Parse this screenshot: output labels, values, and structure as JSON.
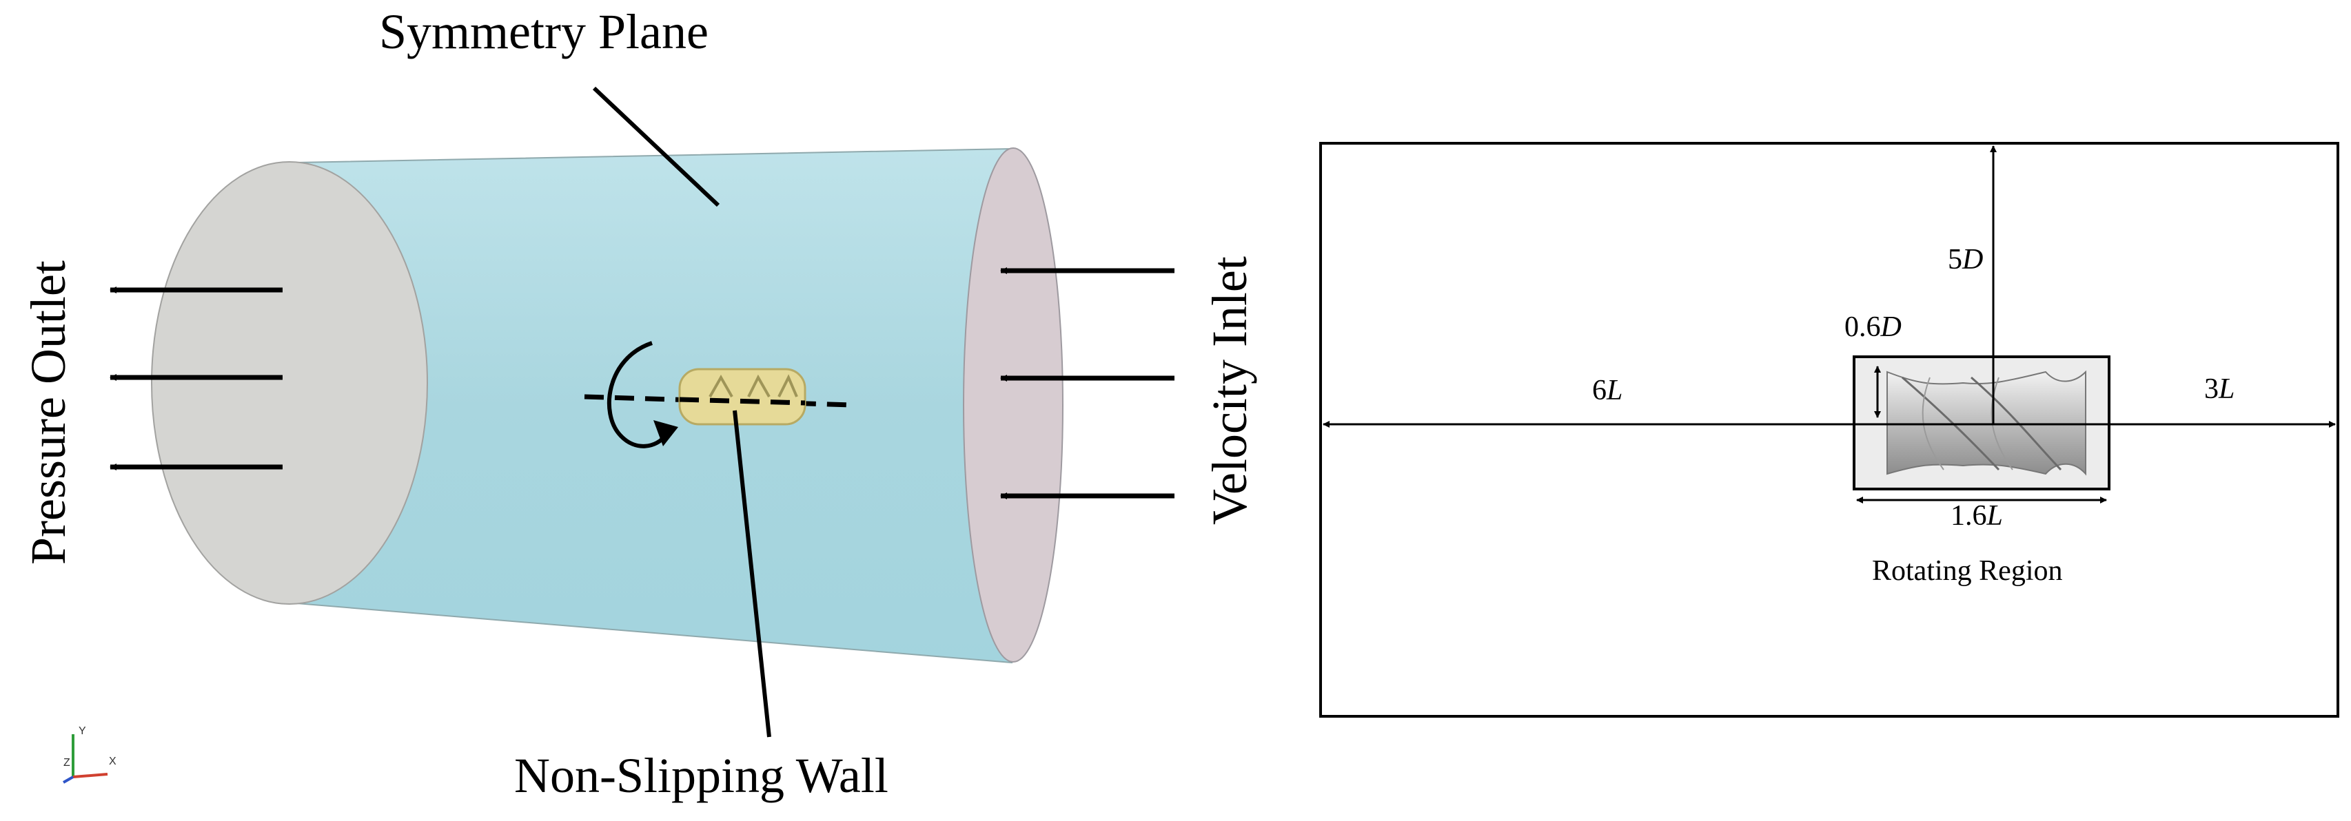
{
  "left_figure": {
    "symmetry_plane": "Symmetry Plane",
    "pressure_outlet": "Pressure Outlet",
    "velocity_inlet": "Velocity Inlet",
    "non_slipping_wall": "Non-Slipping Wall",
    "axes": {
      "y": "Y",
      "z": "Z",
      "x": "X"
    }
  },
  "right_figure": {
    "dim_5d": {
      "num": "5",
      "sym": "D"
    },
    "dim_06d": {
      "num": "0.6",
      "sym": "D"
    },
    "dim_6l": {
      "num": "6",
      "sym": "L"
    },
    "dim_3l": {
      "num": "3",
      "sym": "L"
    },
    "dim_16l": {
      "num": "1.6",
      "sym": "L"
    },
    "rotating_region": "Rotating Region"
  },
  "colors": {
    "cylinder_body": "#a9dbe3",
    "outlet_face": "#d6d6d3",
    "inlet_face": "#d9cdd3",
    "rotor": "#e8dc9a",
    "line": "#000000"
  }
}
